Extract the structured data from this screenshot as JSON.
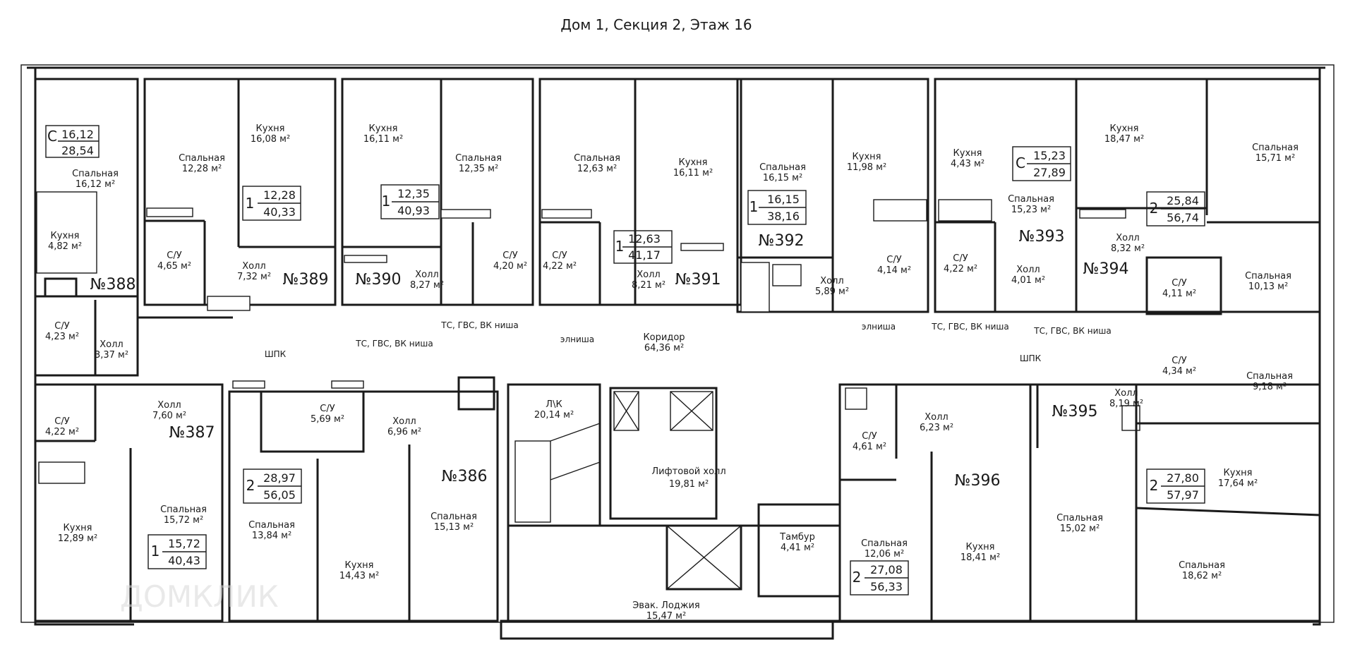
{
  "title": "Дом 1, Секция 2, Этаж 16",
  "watermark": "ДОМКЛИК",
  "apartments": [
    {
      "no": "№388",
      "rooms": "С",
      "living": "16,12",
      "total": "28,54"
    },
    {
      "no": "№389",
      "rooms": "1",
      "living": "12,28",
      "total": "40,33"
    },
    {
      "no": "№390",
      "rooms": "1",
      "living": "12,35",
      "total": "40,93"
    },
    {
      "no": "№391",
      "rooms": "1",
      "living": "12,63",
      "total": "41,17"
    },
    {
      "no": "№392",
      "rooms": "1",
      "living": "16,15",
      "total": "38,16"
    },
    {
      "no": "№393",
      "rooms": "С",
      "living": "15,23",
      "total": "27,89"
    },
    {
      "no": "№394",
      "rooms": "2",
      "living": "25,84",
      "total": "56,74"
    },
    {
      "no": "№395",
      "rooms": "2",
      "living": "27,80",
      "total": "57,97"
    },
    {
      "no": "№396",
      "rooms": "2",
      "living": "27,08",
      "total": "56,33"
    },
    {
      "no": "№386",
      "rooms": "2",
      "living": "28,97",
      "total": "56,05"
    },
    {
      "no": "№387",
      "rooms": "1",
      "living": "15,72",
      "total": "40,43"
    }
  ],
  "rooms": [
    {
      "name": "Спальная",
      "area": "16,12 м²"
    },
    {
      "name": "Кухня",
      "area": "4,82 м²"
    },
    {
      "name": "С/У",
      "area": "4,23 м²"
    },
    {
      "name": "Холл",
      "area": "3,37 м²"
    },
    {
      "name": "Спальная",
      "area": "12,28 м²"
    },
    {
      "name": "Кухня",
      "area": "16,08 м²"
    },
    {
      "name": "С/У",
      "area": "4,65 м²"
    },
    {
      "name": "Холл",
      "area": "7,32 м²"
    },
    {
      "name": "Кухня",
      "area": "16,11 м²"
    },
    {
      "name": "Спальная",
      "area": "12,35 м²"
    },
    {
      "name": "С/У",
      "area": "4,20 м²"
    },
    {
      "name": "Холл",
      "area": "8,27 м²"
    },
    {
      "name": "Спальная",
      "area": "12,63 м²"
    },
    {
      "name": "Кухня",
      "area": "16,11 м²"
    },
    {
      "name": "С/У",
      "area": "4,22 м²"
    },
    {
      "name": "Холл",
      "area": "8,21 м²"
    },
    {
      "name": "Спальная",
      "area": "16,15 м²"
    },
    {
      "name": "Кухня",
      "area": "11,98 м²"
    },
    {
      "name": "С/У",
      "area": "4,14 м²"
    },
    {
      "name": "Холл",
      "area": "5,89 м²"
    },
    {
      "name": "Кухня",
      "area": "4,43 м²"
    },
    {
      "name": "Спальная",
      "area": "15,23 м²"
    },
    {
      "name": "С/У",
      "area": "4,22 м²"
    },
    {
      "name": "Холл",
      "area": "4,01 м²"
    },
    {
      "name": "Кухня",
      "area": "18,47 м²"
    },
    {
      "name": "Спальная",
      "area": "15,71 м²"
    },
    {
      "name": "Холл",
      "area": "8,32 м²"
    },
    {
      "name": "С/У",
      "area": "4,11 м²"
    },
    {
      "name": "Спальная",
      "area": "10,13 м²"
    },
    {
      "name": "С/У",
      "area": "4,34 м²"
    },
    {
      "name": "Спальная",
      "area": "9,18 м²"
    },
    {
      "name": "Холл",
      "area": "8,19 м²"
    },
    {
      "name": "Кухня",
      "area": "17,64 м²"
    },
    {
      "name": "Спальная",
      "area": "15,02 м²"
    },
    {
      "name": "Спальная",
      "area": "18,62 м²"
    },
    {
      "name": "С/У",
      "area": "4,61 м²"
    },
    {
      "name": "Холл",
      "area": "6,23 м²"
    },
    {
      "name": "Спальная",
      "area": "12,06 м²"
    },
    {
      "name": "Кухня",
      "area": "18,41 м²"
    },
    {
      "name": "С/У",
      "area": "5,69 м²"
    },
    {
      "name": "Холл",
      "area": "6,96 м²"
    },
    {
      "name": "Спальная",
      "area": "13,84 м²"
    },
    {
      "name": "Кухня",
      "area": "14,43 м²"
    },
    {
      "name": "Спальная",
      "area": "15,13 м²"
    },
    {
      "name": "С/У",
      "area": "4,22 м²"
    },
    {
      "name": "Холл",
      "area": "7,60 м²"
    },
    {
      "name": "Кухня",
      "area": "12,89 м²"
    },
    {
      "name": "Спальная",
      "area": "15,72 м²"
    },
    {
      "name": "Коридор",
      "area": "64,36 м²"
    },
    {
      "name": "Л\\К",
      "area": "20,14 м²"
    },
    {
      "name": "Лифтовой холл",
      "area": "19,81 м²"
    },
    {
      "name": "Тамбур",
      "area": "4,41 м²"
    },
    {
      "name": "Эвак. Лоджия",
      "area": "15,47 м²"
    }
  ],
  "notes": [
    "ТС, ГВС, ВК ниша",
    "элниша",
    "элниша",
    "ТС, ГВС, ВК ниша",
    "ТС, ГВС, ВК ниша",
    "ТС, ГВС, ВК ниша",
    "ШПК",
    "ШПК"
  ]
}
